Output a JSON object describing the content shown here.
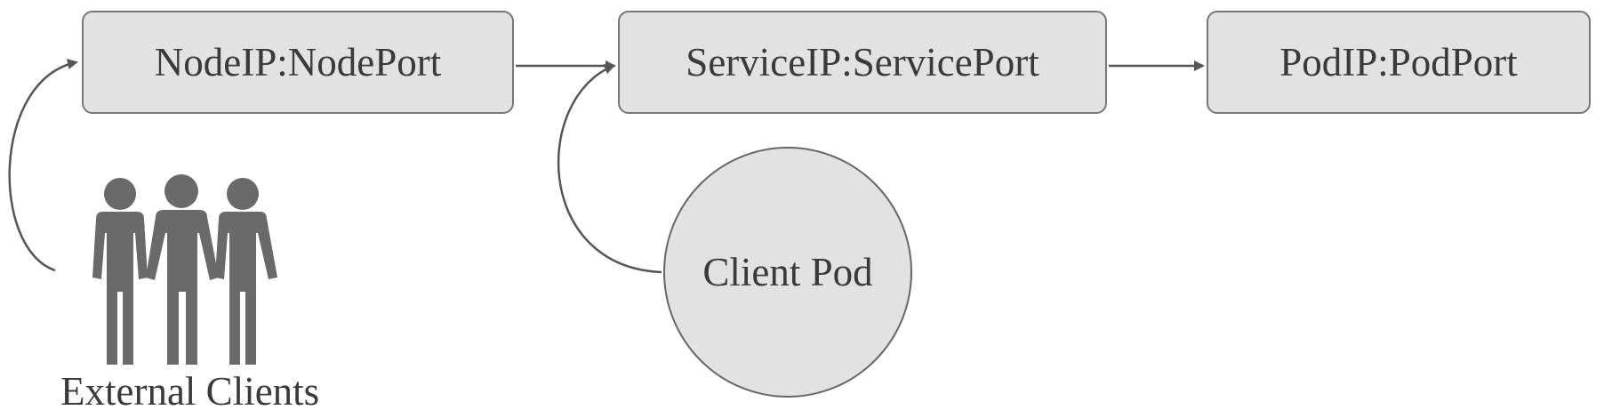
{
  "nodes": {
    "nodeport": "NodeIP:NodePort",
    "service": "ServiceIP:ServicePort",
    "pod": "PodIP:PodPort",
    "client_pod": "Client Pod"
  },
  "external_clients_label": "External Clients",
  "edges": [
    {
      "from": "External Clients",
      "to": "NodeIP:NodePort"
    },
    {
      "from": "NodeIP:NodePort",
      "to": "ServiceIP:ServicePort"
    },
    {
      "from": "Client Pod",
      "to": "ServiceIP:ServicePort"
    },
    {
      "from": "ServiceIP:ServicePort",
      "to": "PodIP:PodPort"
    }
  ],
  "icons": [
    "people-group-icon"
  ],
  "colors": {
    "box_fill": "#e2e2e2",
    "box_border": "#777777",
    "arrow": "#555555",
    "people": "#6a6a6a"
  }
}
